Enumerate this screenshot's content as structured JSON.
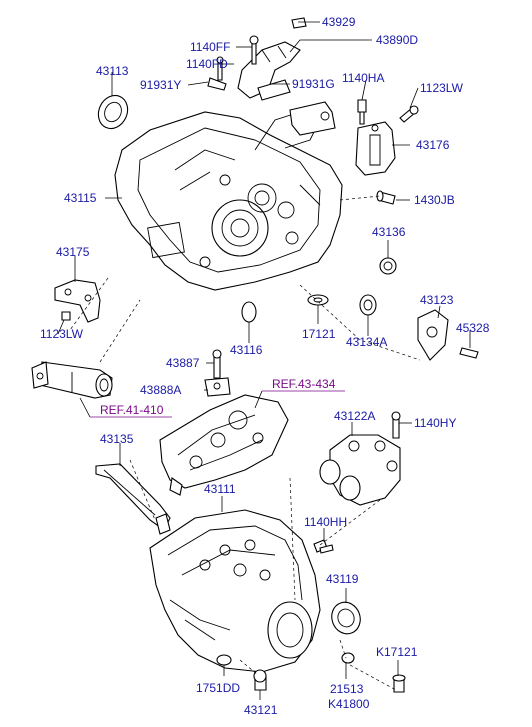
{
  "labels": {
    "p43929": "43929",
    "p43890D": "43890D",
    "p1140FF": "1140FF",
    "p1140FD": "1140FD",
    "p43113": "43113",
    "p91931Y": "91931Y",
    "p91931G": "91931G",
    "p1140HA": "1140HA",
    "p1123LW_top": "1123LW",
    "p43176": "43176",
    "p43115": "43115",
    "p1430JB": "1430JB",
    "p43136": "43136",
    "p43175": "43175",
    "p43123": "43123",
    "p45328": "45328",
    "p1123LW_left": "1123LW",
    "p17121": "17121",
    "p43134A": "43134A",
    "p43116": "43116",
    "p43887": "43887",
    "p43888A": "43888A",
    "p43135": "43135",
    "p43122A": "43122A",
    "p1140HY": "1140HY",
    "p43111": "43111",
    "p1140HH": "1140HH",
    "p43119": "43119",
    "pK17121": "K17121",
    "p1751DD": "1751DD",
    "p21513": "21513",
    "pK41800": "K41800",
    "p43121": "43121"
  },
  "refs": {
    "ref_43_434": "REF.43-434",
    "ref_41_410": "REF.41-410"
  },
  "colors": {
    "label": "#1a1aa6",
    "ref": "#7a0a8a",
    "line": "#000000"
  }
}
